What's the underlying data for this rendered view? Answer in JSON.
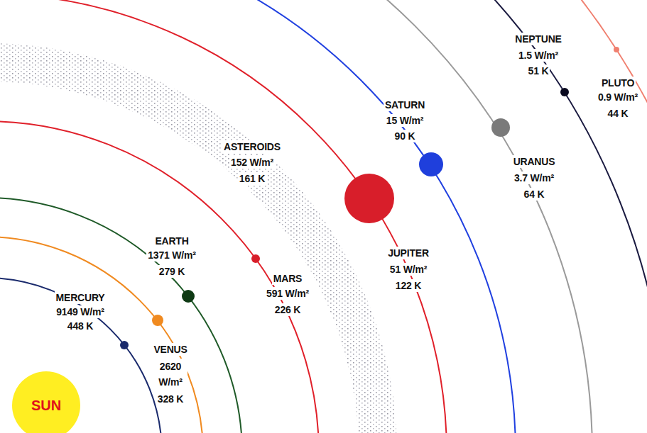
{
  "diagram": {
    "nodes": [
      {
        "text": [
          "SUN"
        ]
      }
    ],
    "labels": [
      "NEPTUNE",
      "1.5 W/m²",
      "51 K",
      "PLUTO",
      "0.9 W/m²",
      "44 K",
      "SATURN",
      "15 W/m²",
      "90 K",
      "ASTEROIDS",
      "152 W/m²",
      "161 K",
      "URANUS",
      "3.7 W/m²",
      "64 K",
      "EARTH",
      "1371 W/m²",
      "279 K",
      "JUPITER",
      "51 W/m²",
      "122 K",
      "MARS",
      "591 W/m²",
      "226 K",
      "MERCURY",
      "9149 W/m²",
      "448 K",
      "VENUS",
      "2620 W/m²",
      "328 K"
    ]
  }
}
